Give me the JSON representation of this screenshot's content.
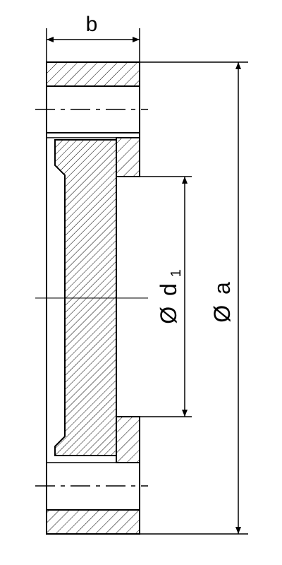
{
  "labels": {
    "width": "b",
    "outer_diameter_symbol": "Ø",
    "outer_diameter_name": "a",
    "inner_diameter_symbol": "Ø",
    "inner_diameter_name": "d",
    "inner_diameter_subscript": "1"
  },
  "colors": {
    "line": "#000000",
    "background": "#ffffff"
  }
}
